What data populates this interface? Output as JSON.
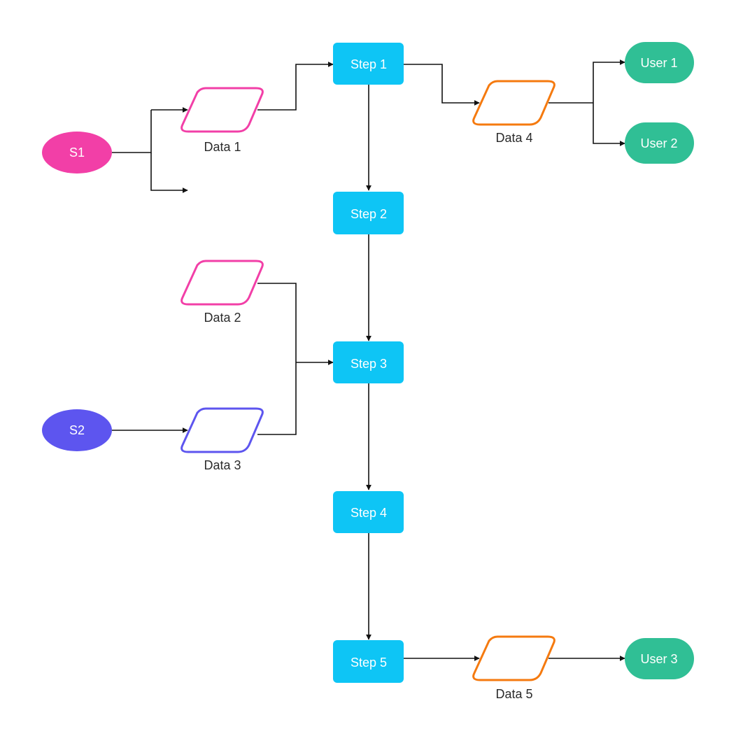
{
  "colors": {
    "source_s1": "#F23FA7",
    "source_s2": "#5D55EF",
    "step": "#0EC5F5",
    "user": "#30BF95",
    "data_pink": "#F23FA7",
    "data_purple": "#5D55EF",
    "data_orange": "#F57A0F",
    "connector": "#111111"
  },
  "sources": {
    "s1": "S1",
    "s2": "S2"
  },
  "steps": {
    "step1": "Step 1",
    "step2": "Step 2",
    "step3": "Step 3",
    "step4": "Step 4",
    "step5": "Step 5"
  },
  "data_nodes": {
    "data1": "Data 1",
    "data2": "Data 2",
    "data3": "Data 3",
    "data4": "Data 4",
    "data5": "Data 5"
  },
  "users": {
    "user1": "User 1",
    "user2": "User 2",
    "user3": "User 3"
  }
}
